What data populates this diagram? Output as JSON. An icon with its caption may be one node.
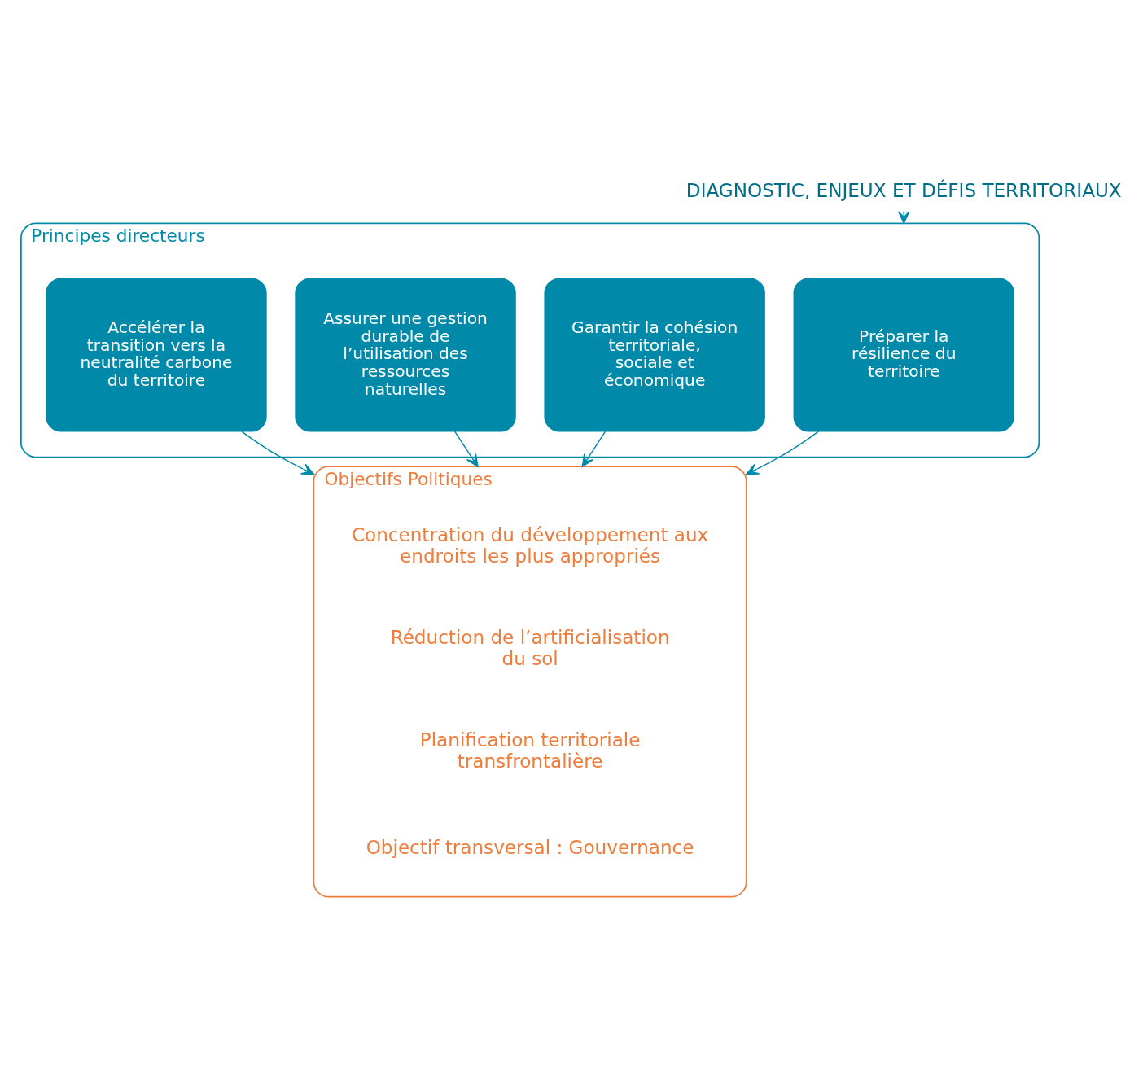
{
  "diagram": {
    "nodes": [
      {
        "text": [
          "DIAGNOSTIC, ENJEUX ET DÉFIS TERRITORIAUX"
        ]
      },
      {
        "text": [
          "Principes directeurs"
        ]
      },
      {
        "text": [
          "Préparer la résilience du territoire"
        ],
        "in": 1
      },
      {
        "text": [
          "Garantir la cohésion territoriale, sociale et économique"
        ],
        "in": 1
      },
      {
        "text": [
          "Assurer une gestion durable de l’utilisation des ressources naturelles"
        ],
        "in": 1
      },
      {
        "text": [
          "Accélérer la transition vers la neutralité carbone du territoire"
        ],
        "in": 1
      },
      {
        "text": [
          "Objectifs Politiques"
        ]
      },
      {
        "text": [
          "Concentration du développement aux endroits les plus appropriés"
        ],
        "in": 6
      },
      {
        "text": [
          "Réduction de l’artificialisation du sol"
        ],
        "in": 6
      },
      {
        "text": [
          "Planification territoriale transfrontalière"
        ],
        "in": 6
      },
      {
        "text": [
          "Objectif transversal : Gouvernance"
        ],
        "in": 6
      }
    ],
    "edges": [
      {
        "from": 0,
        "to": 1,
        "arrow": "to"
      },
      {
        "from": 2,
        "to": 6,
        "arrow": "to"
      },
      {
        "from": 3,
        "to": 6,
        "arrow": "to"
      },
      {
        "from": 4,
        "to": 6,
        "arrow": "to"
      },
      {
        "from": 5,
        "to": 6,
        "arrow": "to"
      }
    ]
  }
}
